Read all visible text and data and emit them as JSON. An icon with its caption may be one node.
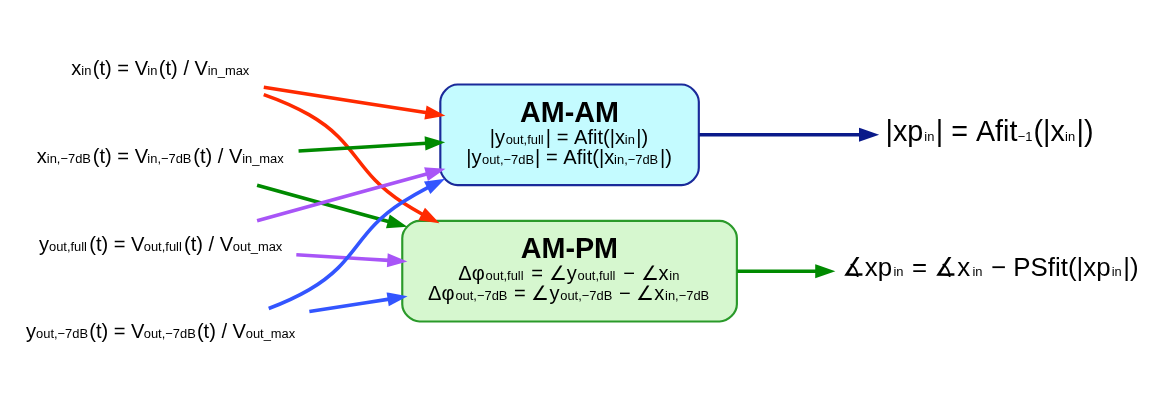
{
  "diagram": {
    "nodes": [
      {
        "text": [
          "x$_{in}$(t) = V$_{in}$(t) / V$_{in_max}$"
        ]
      },
      {
        "text": [
          "x$_{in,−7dB}$(t) = V$_{in,−7dB}$(t) / V$_{in_max}$"
        ]
      },
      {
        "text": [
          "y$_{out,full}$(t) = V$_{out,full}$(t) / V$_{out_max}$"
        ]
      },
      {
        "text": [
          "y$_{out,−7dB}$(t) = V$_{out,−7dB}$(t) / V$_{out_max}$"
        ]
      },
      {
        "text": [
          "AM-AM",
          "|y$_{out,full}$| = Afit(|x$_{in}$|)",
          "|y$_{out,−7dB}$| = Afit(|x$_{in,−7dB}$|)"
        ]
      },
      {
        "text": [
          "AM-PM",
          "Δφ$_{out,full}$ = ∠y$_{out,full}$ − ∠x$_{in}$",
          "Δφ$_{out,−7dB}$ = ∠y$_{out,−7dB}$ − ∠x$_{in,−7dB}$"
        ]
      },
      {
        "text": [
          "|xp$_{in}$| = Afit$^{−1}$(|x$_{in}$|)"
        ]
      },
      {
        "text": [
          "∡xp$_{in}$ = ∡x$_{in}$ − PSfit(|xp$_{in}$|)"
        ]
      }
    ],
    "edges": [
      {
        "from": 0,
        "to": 4,
        "arrow": "to",
        "color": "#ff2a00"
      },
      {
        "from": 0,
        "to": 5,
        "arrow": "to",
        "color": "#ff2a00"
      },
      {
        "from": 1,
        "to": 4,
        "arrow": "to",
        "color": "#008a00"
      },
      {
        "from": 1,
        "to": 5,
        "arrow": "to",
        "color": "#008a00"
      },
      {
        "from": 2,
        "to": 4,
        "arrow": "to",
        "color": "#a855f7"
      },
      {
        "from": 2,
        "to": 5,
        "arrow": "to",
        "color": "#a855f7"
      },
      {
        "from": 3,
        "to": 4,
        "arrow": "to",
        "color": "#3355ff"
      },
      {
        "from": 3,
        "to": 5,
        "arrow": "to",
        "color": "#3355ff"
      },
      {
        "from": 4,
        "to": 6,
        "arrow": "to",
        "color": "#0a1a8a"
      },
      {
        "from": 5,
        "to": 7,
        "arrow": "to",
        "color": "#008a00"
      }
    ]
  }
}
